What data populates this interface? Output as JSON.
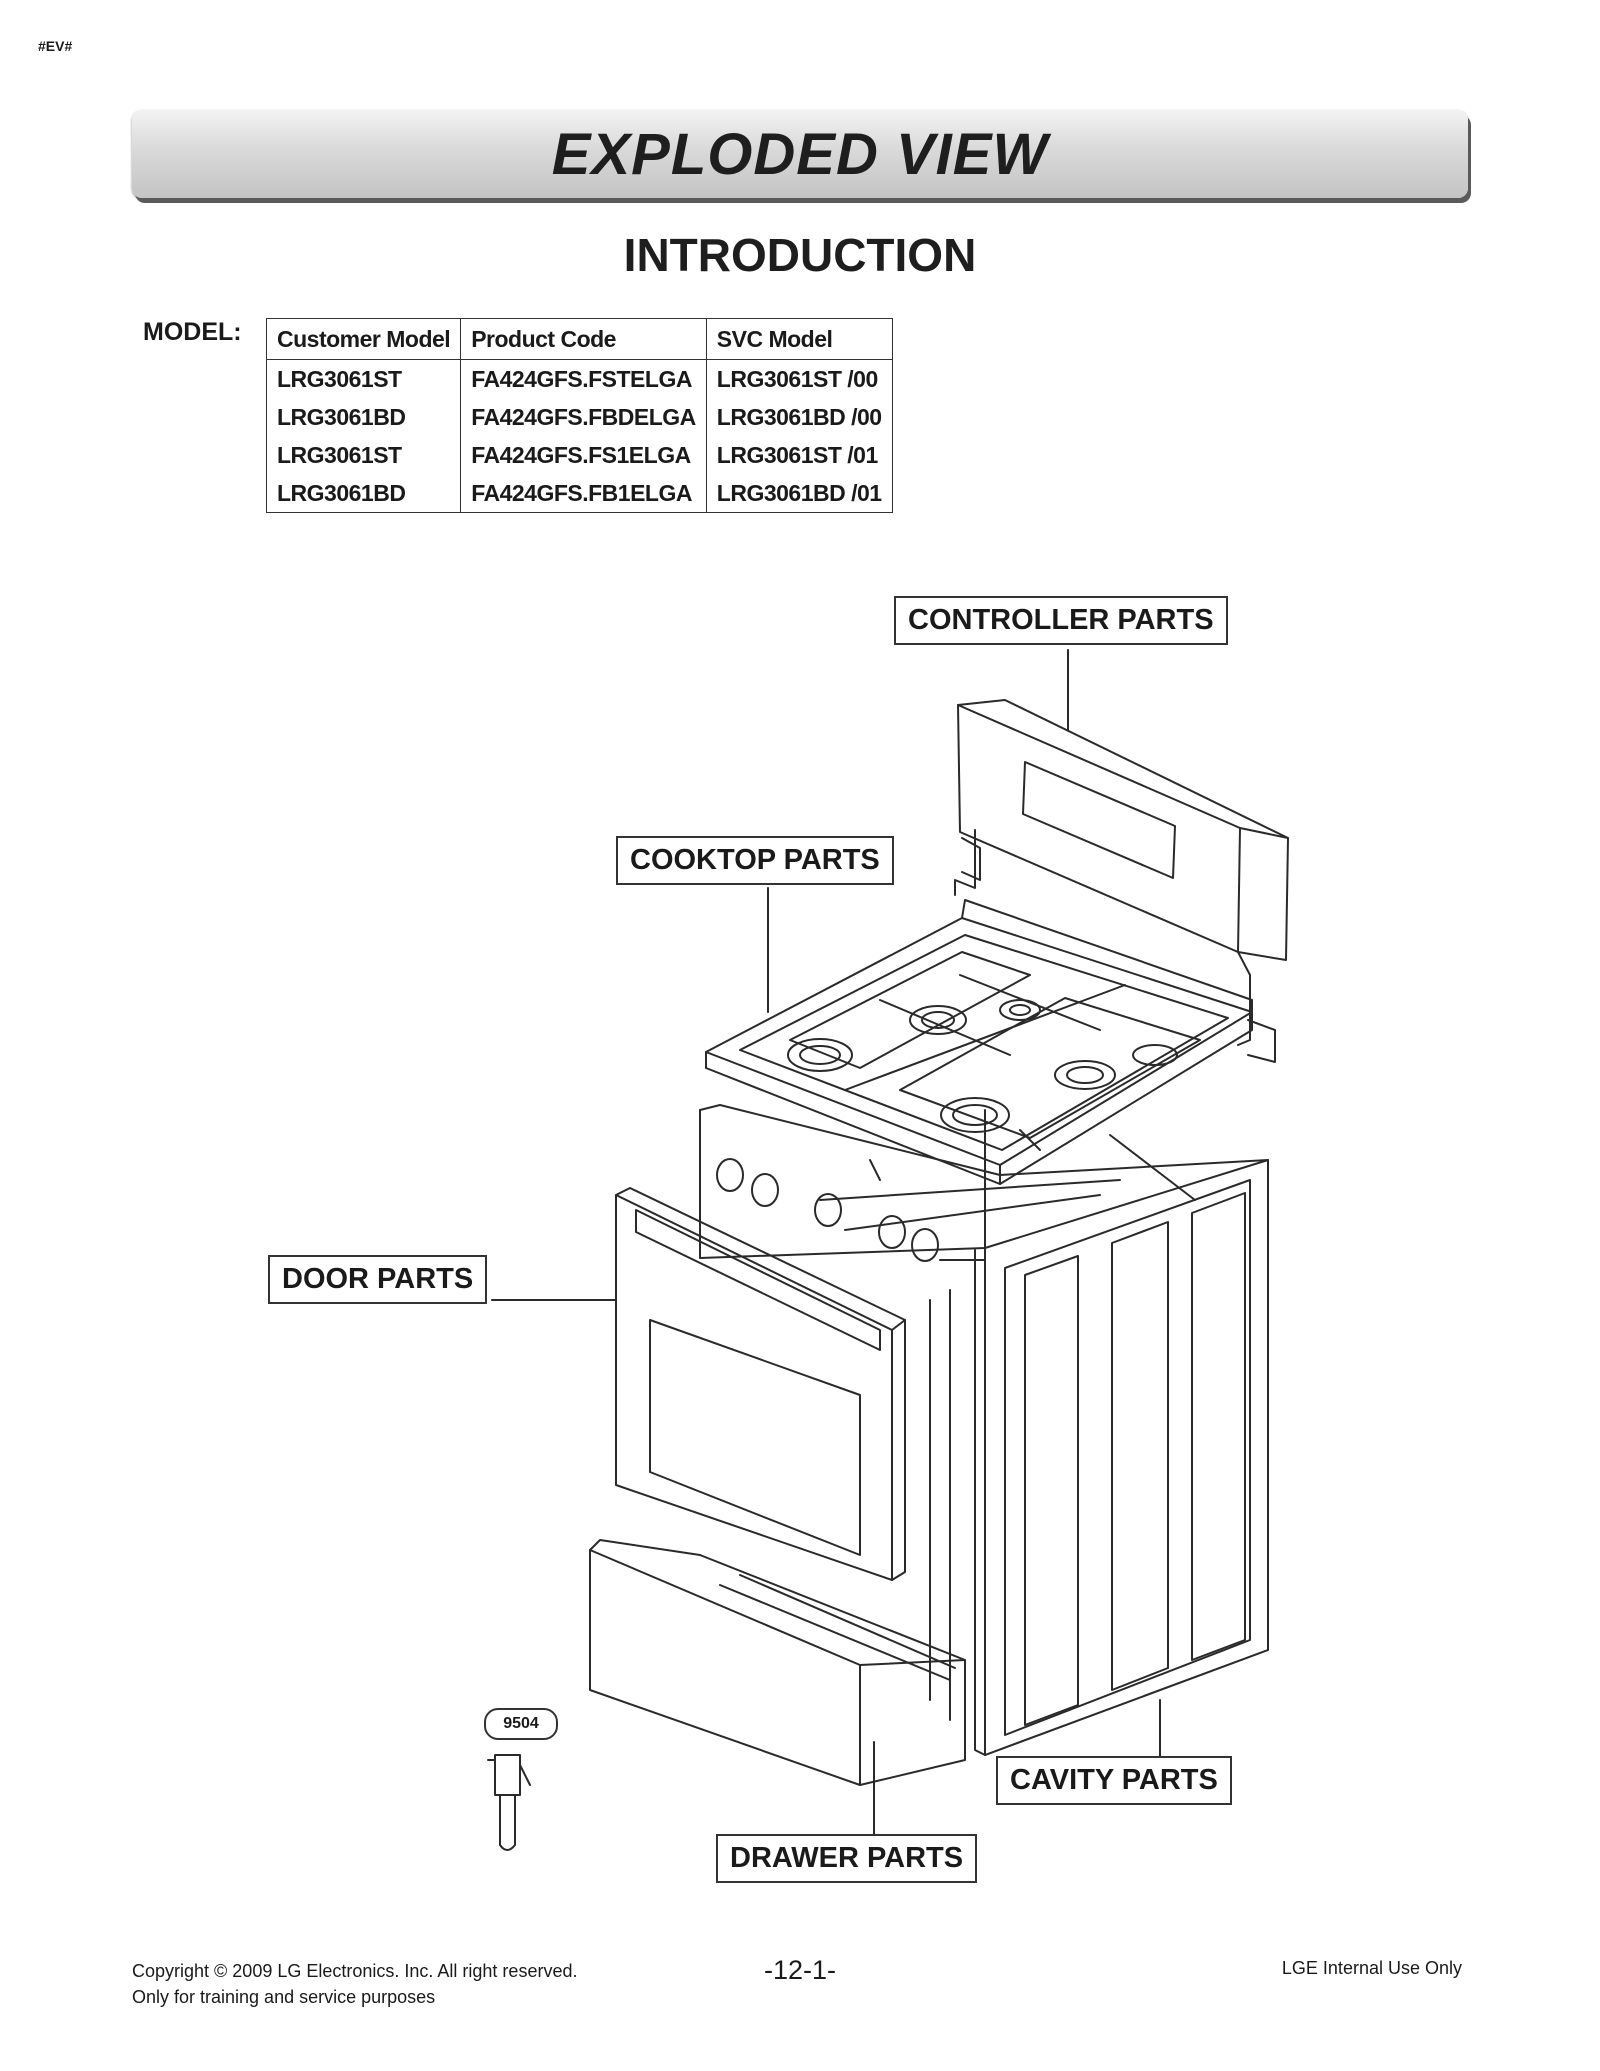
{
  "page_tag": "#EV#",
  "banner_title": "EXPLODED VIEW",
  "section_title": "INTRODUCTION",
  "model_label": "MODEL:",
  "model_table": {
    "headers": [
      "Customer Model",
      "Product Code",
      "SVC Model"
    ],
    "rows": [
      [
        "LRG3061ST",
        "FA424GFS.FSTELGA",
        "LRG3061ST /00"
      ],
      [
        "LRG3061BD",
        "FA424GFS.FBDELGA",
        "LRG3061BD /00"
      ],
      [
        "LRG3061ST",
        "FA424GFS.FS1ELGA",
        "LRG3061ST /01"
      ],
      [
        "LRG3061BD",
        "FA424GFS.FB1ELGA",
        "LRG3061BD /01"
      ]
    ]
  },
  "callouts": {
    "controller": "CONTROLLER PARTS",
    "cooktop": "COOKTOP PARTS",
    "door": "DOOR PARTS",
    "cavity": "CAVITY PARTS",
    "drawer": "DRAWER PARTS"
  },
  "part_badge": "9504",
  "footer": {
    "copyright": "Copyright © 2009 LG Electronics. Inc. All right reserved.",
    "note": "Only for training and service purposes",
    "page_number": "-12-1-",
    "internal": "LGE Internal Use Only"
  }
}
